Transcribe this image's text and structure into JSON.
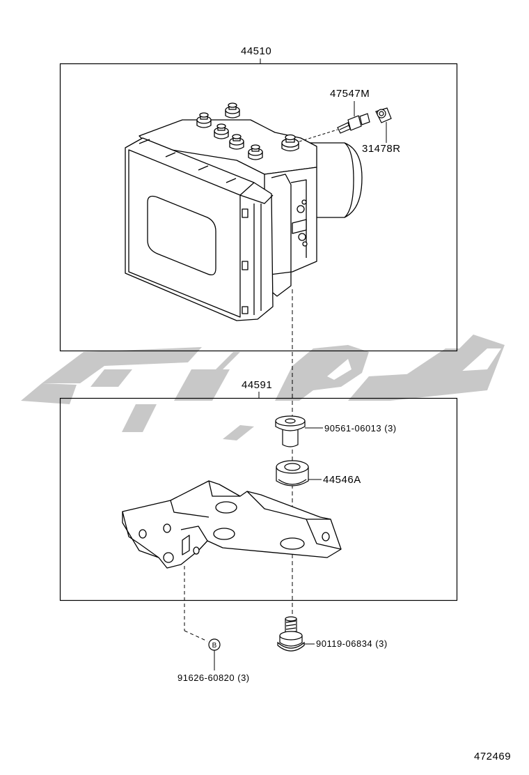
{
  "parts": {
    "abs_actuator_assy": "44510",
    "bracket_assy": "44591",
    "bleeder_plug": "47547M",
    "bleeder_cap": "31478R",
    "bolt_upper": "90561-06013 (3)",
    "cushion": "44546A",
    "bolt_lower": "90119-06834 (3)",
    "bolt_b": "91626-60820 (3)",
    "bolt_b_marker": "B"
  },
  "diagram_number": "472469",
  "watermark": {
    "color": "#c8c8c8"
  }
}
